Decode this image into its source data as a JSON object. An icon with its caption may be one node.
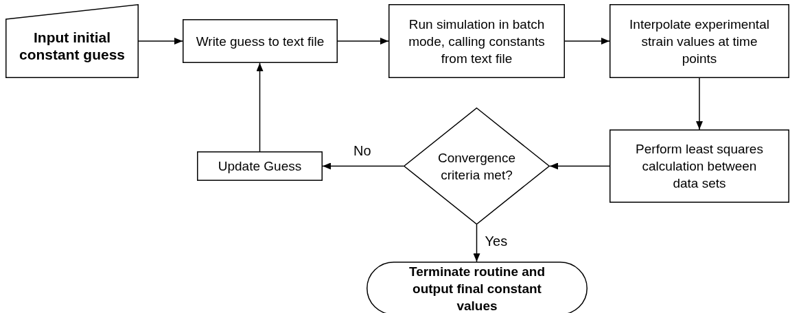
{
  "diagram": {
    "nodes": [
      {
        "text": [
          "Input initial constant guess"
        ]
      },
      {
        "text": [
          "Write guess to text file"
        ]
      },
      {
        "text": [
          "Run simulation in batch mode, calling constants from text file"
        ]
      },
      {
        "text": [
          "Interpolate experimental strain values at time points"
        ]
      },
      {
        "text": [
          "Perform least squares calculation between data sets"
        ]
      },
      {
        "text": [
          "Convergence criteria met?"
        ]
      },
      {
        "text": [
          "Update Guess"
        ]
      },
      {
        "text": [
          "Terminate routine and output final constant values"
        ]
      }
    ],
    "edges": [
      {
        "from": 0,
        "to": 1,
        "arrow": "to"
      },
      {
        "from": 1,
        "to": 2,
        "arrow": "to"
      },
      {
        "from": 2,
        "to": 3,
        "arrow": "to"
      },
      {
        "from": 3,
        "to": 4,
        "arrow": "to"
      },
      {
        "from": 4,
        "to": 5,
        "arrow": "to"
      },
      {
        "from": 5,
        "to": 6,
        "arrow": "to",
        "label": "No"
      },
      {
        "from": 6,
        "to": 1,
        "arrow": "to"
      },
      {
        "from": 5,
        "to": 7,
        "arrow": "to",
        "label": "Yes"
      }
    ]
  }
}
